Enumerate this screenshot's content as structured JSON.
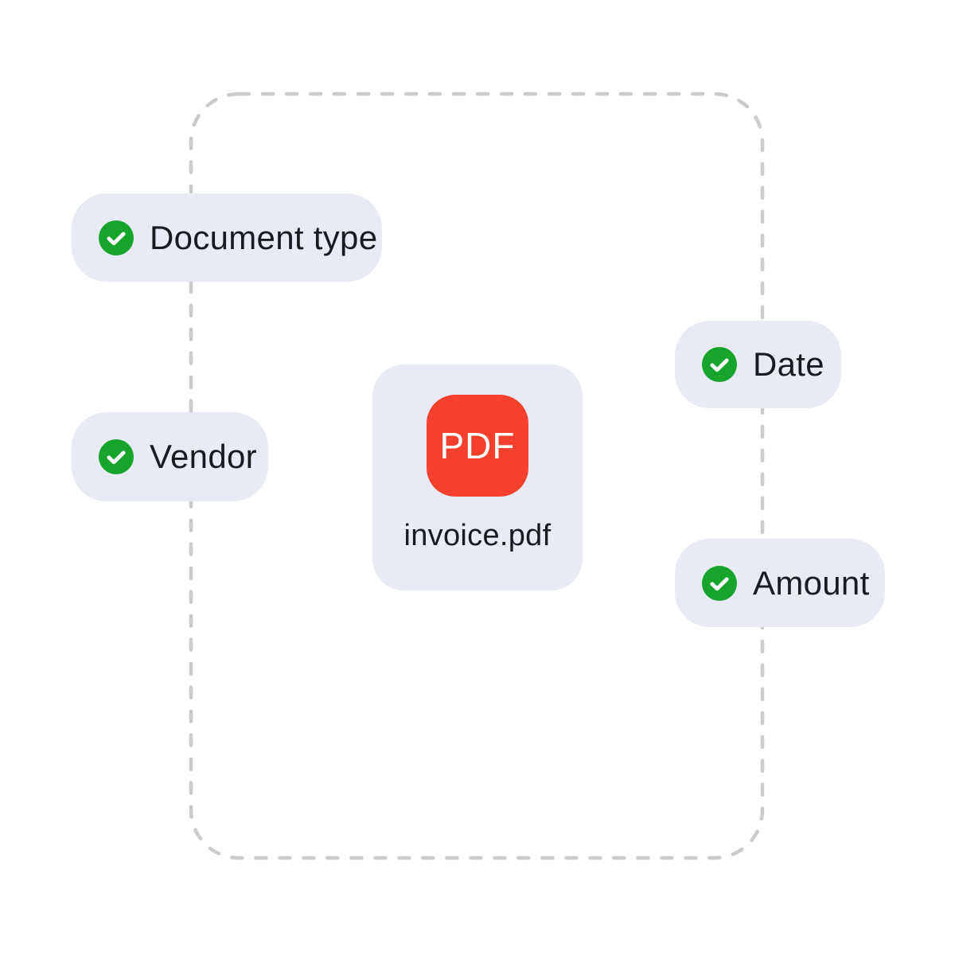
{
  "colors": {
    "background": "#FFFFFF",
    "pill_bg": "#E9EBF4",
    "card_bg": "#E9EBF4",
    "check_green": "#16A42D",
    "check_mark": "#FFFFFF",
    "pdf_red": "#F4402C",
    "pdf_text": "#FFFFFF",
    "label_text": "#1A1B1F",
    "dash": "#CBCBCB"
  },
  "icons": {
    "badge_status_icon": "check-circle",
    "file_type_icon": "pdf-square"
  },
  "badges": {
    "document_type": {
      "label": "Document type"
    },
    "vendor": {
      "label": "Vendor"
    },
    "date": {
      "label": "Date"
    },
    "amount": {
      "label": "Amount"
    }
  },
  "file": {
    "type_badge": "PDF",
    "name": "invoice.pdf"
  }
}
